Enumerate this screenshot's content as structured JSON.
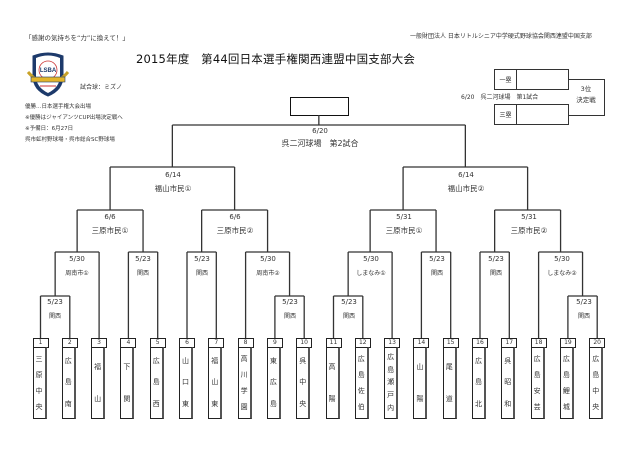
{
  "header": {
    "slogan": "「感謝の気持ちを“力”に換えて！」",
    "organization": "一般財団法人 日本リトルシニア中学硬式野球協会関西連盟中国支部",
    "title": "2015年度　第44回日本選手権関西連盟中国支部大会",
    "ball": "試合球：ミズノ",
    "notes": [
      "優勝…日本選手権大会出場",
      "※優勝はジャイアンツCUP出場決定戦へ",
      "※予備日：6月27日",
      "呉市虹村野球場・呉市総合SC野球場"
    ],
    "logo": "lsba-shield-logo"
  },
  "third_place": {
    "seed_top": "一塁",
    "seed_bottom": "三塁",
    "info": "6/20　呉二河球場　第1試合",
    "label_line1": "3位",
    "label_line2": "決定戦"
  },
  "final": {
    "date": "6/20",
    "venue": "呉二河球場　第2試合",
    "winner": ""
  },
  "matches": [
    {
      "id": "sf-left",
      "date": "6/14",
      "venue": "福山市民①"
    },
    {
      "id": "sf-right",
      "date": "6/14",
      "venue": "福山市民②"
    },
    {
      "id": "qf-1",
      "date": "6/6",
      "venue": "三原市民①"
    },
    {
      "id": "qf-2",
      "date": "6/6",
      "venue": "三原市民②"
    },
    {
      "id": "qf-3",
      "date": "5/31",
      "venue": "三原市民①"
    },
    {
      "id": "qf-4",
      "date": "5/31",
      "venue": "三原市民②"
    },
    {
      "id": "r2-1",
      "date": "5/30",
      "venue": "周南市①"
    },
    {
      "id": "r2-2",
      "date": "5/23",
      "venue": "関西"
    },
    {
      "id": "r2-3",
      "date": "5/23",
      "venue": "関西"
    },
    {
      "id": "r2-4",
      "date": "5/30",
      "venue": "周南市②"
    },
    {
      "id": "r2-5",
      "date": "5/30",
      "venue": "しまなみ①"
    },
    {
      "id": "r2-6",
      "date": "5/23",
      "venue": "関西"
    },
    {
      "id": "r2-7",
      "date": "5/23",
      "venue": "関西"
    },
    {
      "id": "r2-8",
      "date": "5/30",
      "venue": "しまなみ②"
    },
    {
      "id": "r1-1",
      "date": "5/23",
      "venue": "関西"
    },
    {
      "id": "r1-2",
      "date": "5/23",
      "venue": "関西"
    },
    {
      "id": "r1-3",
      "date": "5/23",
      "venue": "関西"
    },
    {
      "id": "r1-4",
      "date": "5/23",
      "venue": "関西"
    }
  ],
  "teams": [
    {
      "num": "1",
      "name": "三原中央"
    },
    {
      "num": "2",
      "name": "広島南"
    },
    {
      "num": "3",
      "name": "福山"
    },
    {
      "num": "4",
      "name": "下関"
    },
    {
      "num": "5",
      "name": "広島西"
    },
    {
      "num": "6",
      "name": "山口東"
    },
    {
      "num": "7",
      "name": "福山東"
    },
    {
      "num": "8",
      "name": "高川学園"
    },
    {
      "num": "9",
      "name": "東広島"
    },
    {
      "num": "10",
      "name": "呉中央"
    },
    {
      "num": "11",
      "name": "高陽"
    },
    {
      "num": "12",
      "name": "広島佐伯"
    },
    {
      "num": "13",
      "name": "広島瀬戸内"
    },
    {
      "num": "14",
      "name": "山陽"
    },
    {
      "num": "15",
      "name": "尾道"
    },
    {
      "num": "16",
      "name": "広島北"
    },
    {
      "num": "17",
      "name": "呉昭和"
    },
    {
      "num": "18",
      "name": "広島安芸"
    },
    {
      "num": "19",
      "name": "広島鯉城"
    },
    {
      "num": "20",
      "name": "広島中央"
    }
  ]
}
